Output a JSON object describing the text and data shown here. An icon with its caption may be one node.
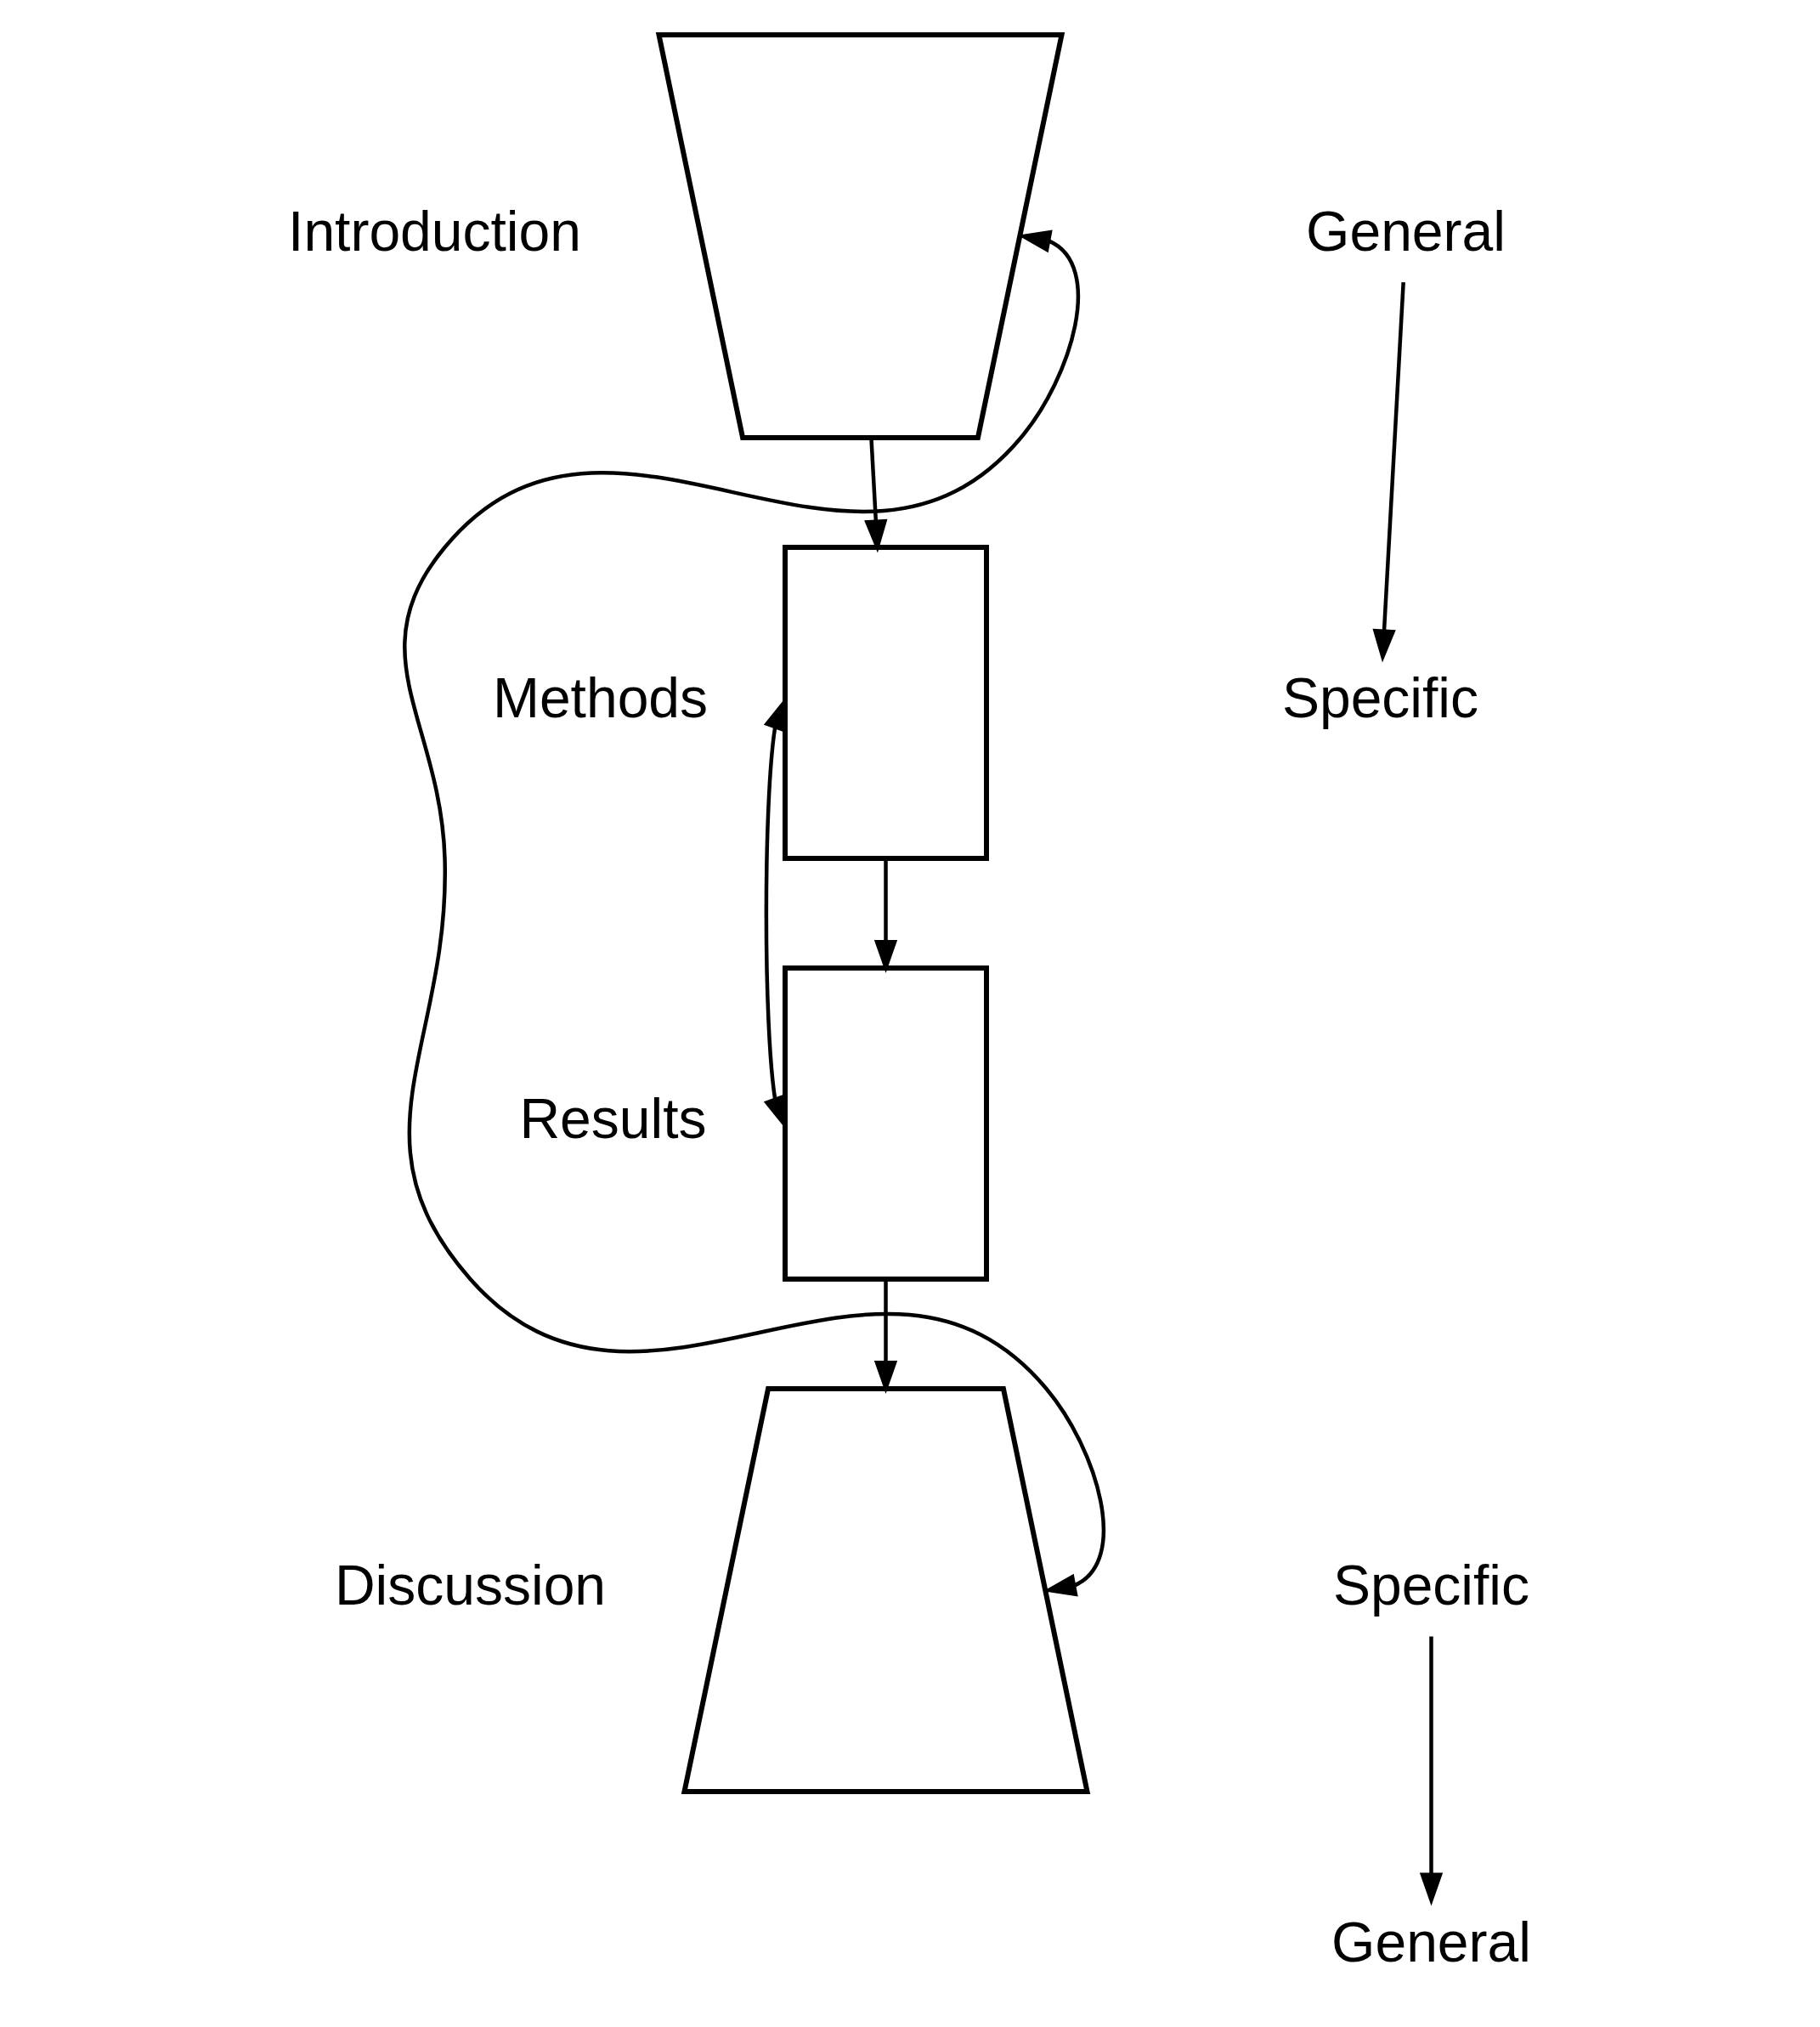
{
  "diagram": {
    "nodes": [
      {
        "text": [],
        "shape": "trapezoid",
        "beside": [
          "Introduction"
        ]
      },
      {
        "text": [],
        "shape": "box",
        "beside": [
          "Methods"
        ]
      },
      {
        "text": [],
        "shape": "box",
        "beside": [
          "Results"
        ]
      },
      {
        "text": [],
        "shape": "trapezoid",
        "beside": [
          "Discussion"
        ]
      },
      {
        "text": [
          "General"
        ]
      },
      {
        "text": [
          "Specific"
        ]
      },
      {
        "text": [
          "Specific"
        ]
      },
      {
        "text": [
          "General"
        ]
      }
    ],
    "edges": [
      {
        "from": 0,
        "to": 1,
        "arrow": "to"
      },
      {
        "from": 1,
        "to": 2,
        "arrow": "to"
      },
      {
        "from": 2,
        "to": 3,
        "arrow": "to"
      },
      {
        "from": 1,
        "to": 2,
        "arrow": "both"
      },
      {
        "from": 0,
        "to": 3,
        "arrow": "both"
      },
      {
        "from": 4,
        "to": 5,
        "arrow": "to"
      },
      {
        "from": 6,
        "to": 7,
        "arrow": "to"
      }
    ]
  }
}
